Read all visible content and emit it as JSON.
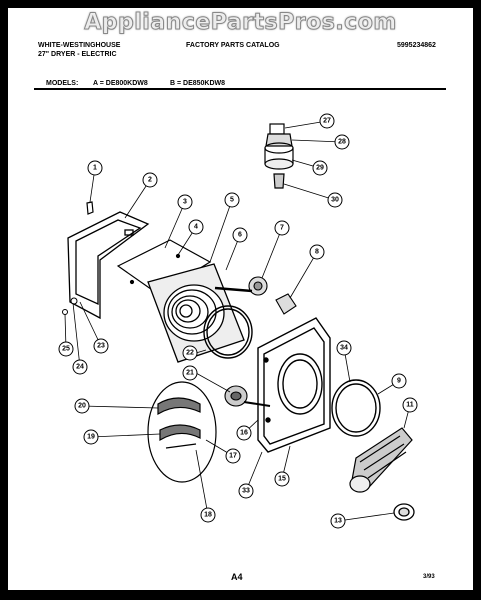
{
  "watermark": "AppliancePartsPros.com",
  "header": {
    "brand": "WHITE-WESTINGHOUSE",
    "product": "27\" DRYER - ELECTRIC",
    "catalog": "FACTORY PARTS CATALOG",
    "catalog_number": "5995234862",
    "models_label": "MODELS:",
    "model_a": "A = DE800KDW8",
    "model_b": "B = DE850KDW8"
  },
  "callouts": [
    "1",
    "2",
    "3",
    "4",
    "5",
    "6",
    "7",
    "8",
    "9",
    "11",
    "13",
    "15",
    "16",
    "17",
    "18",
    "19",
    "20",
    "21",
    "22",
    "23",
    "24",
    "25",
    "27",
    "28",
    "29",
    "30",
    "33",
    "34"
  ],
  "footer": {
    "page": "A4",
    "date": "3/93"
  },
  "colors": {
    "ink": "#000000",
    "paper": "#ffffff",
    "border": "#000000"
  }
}
